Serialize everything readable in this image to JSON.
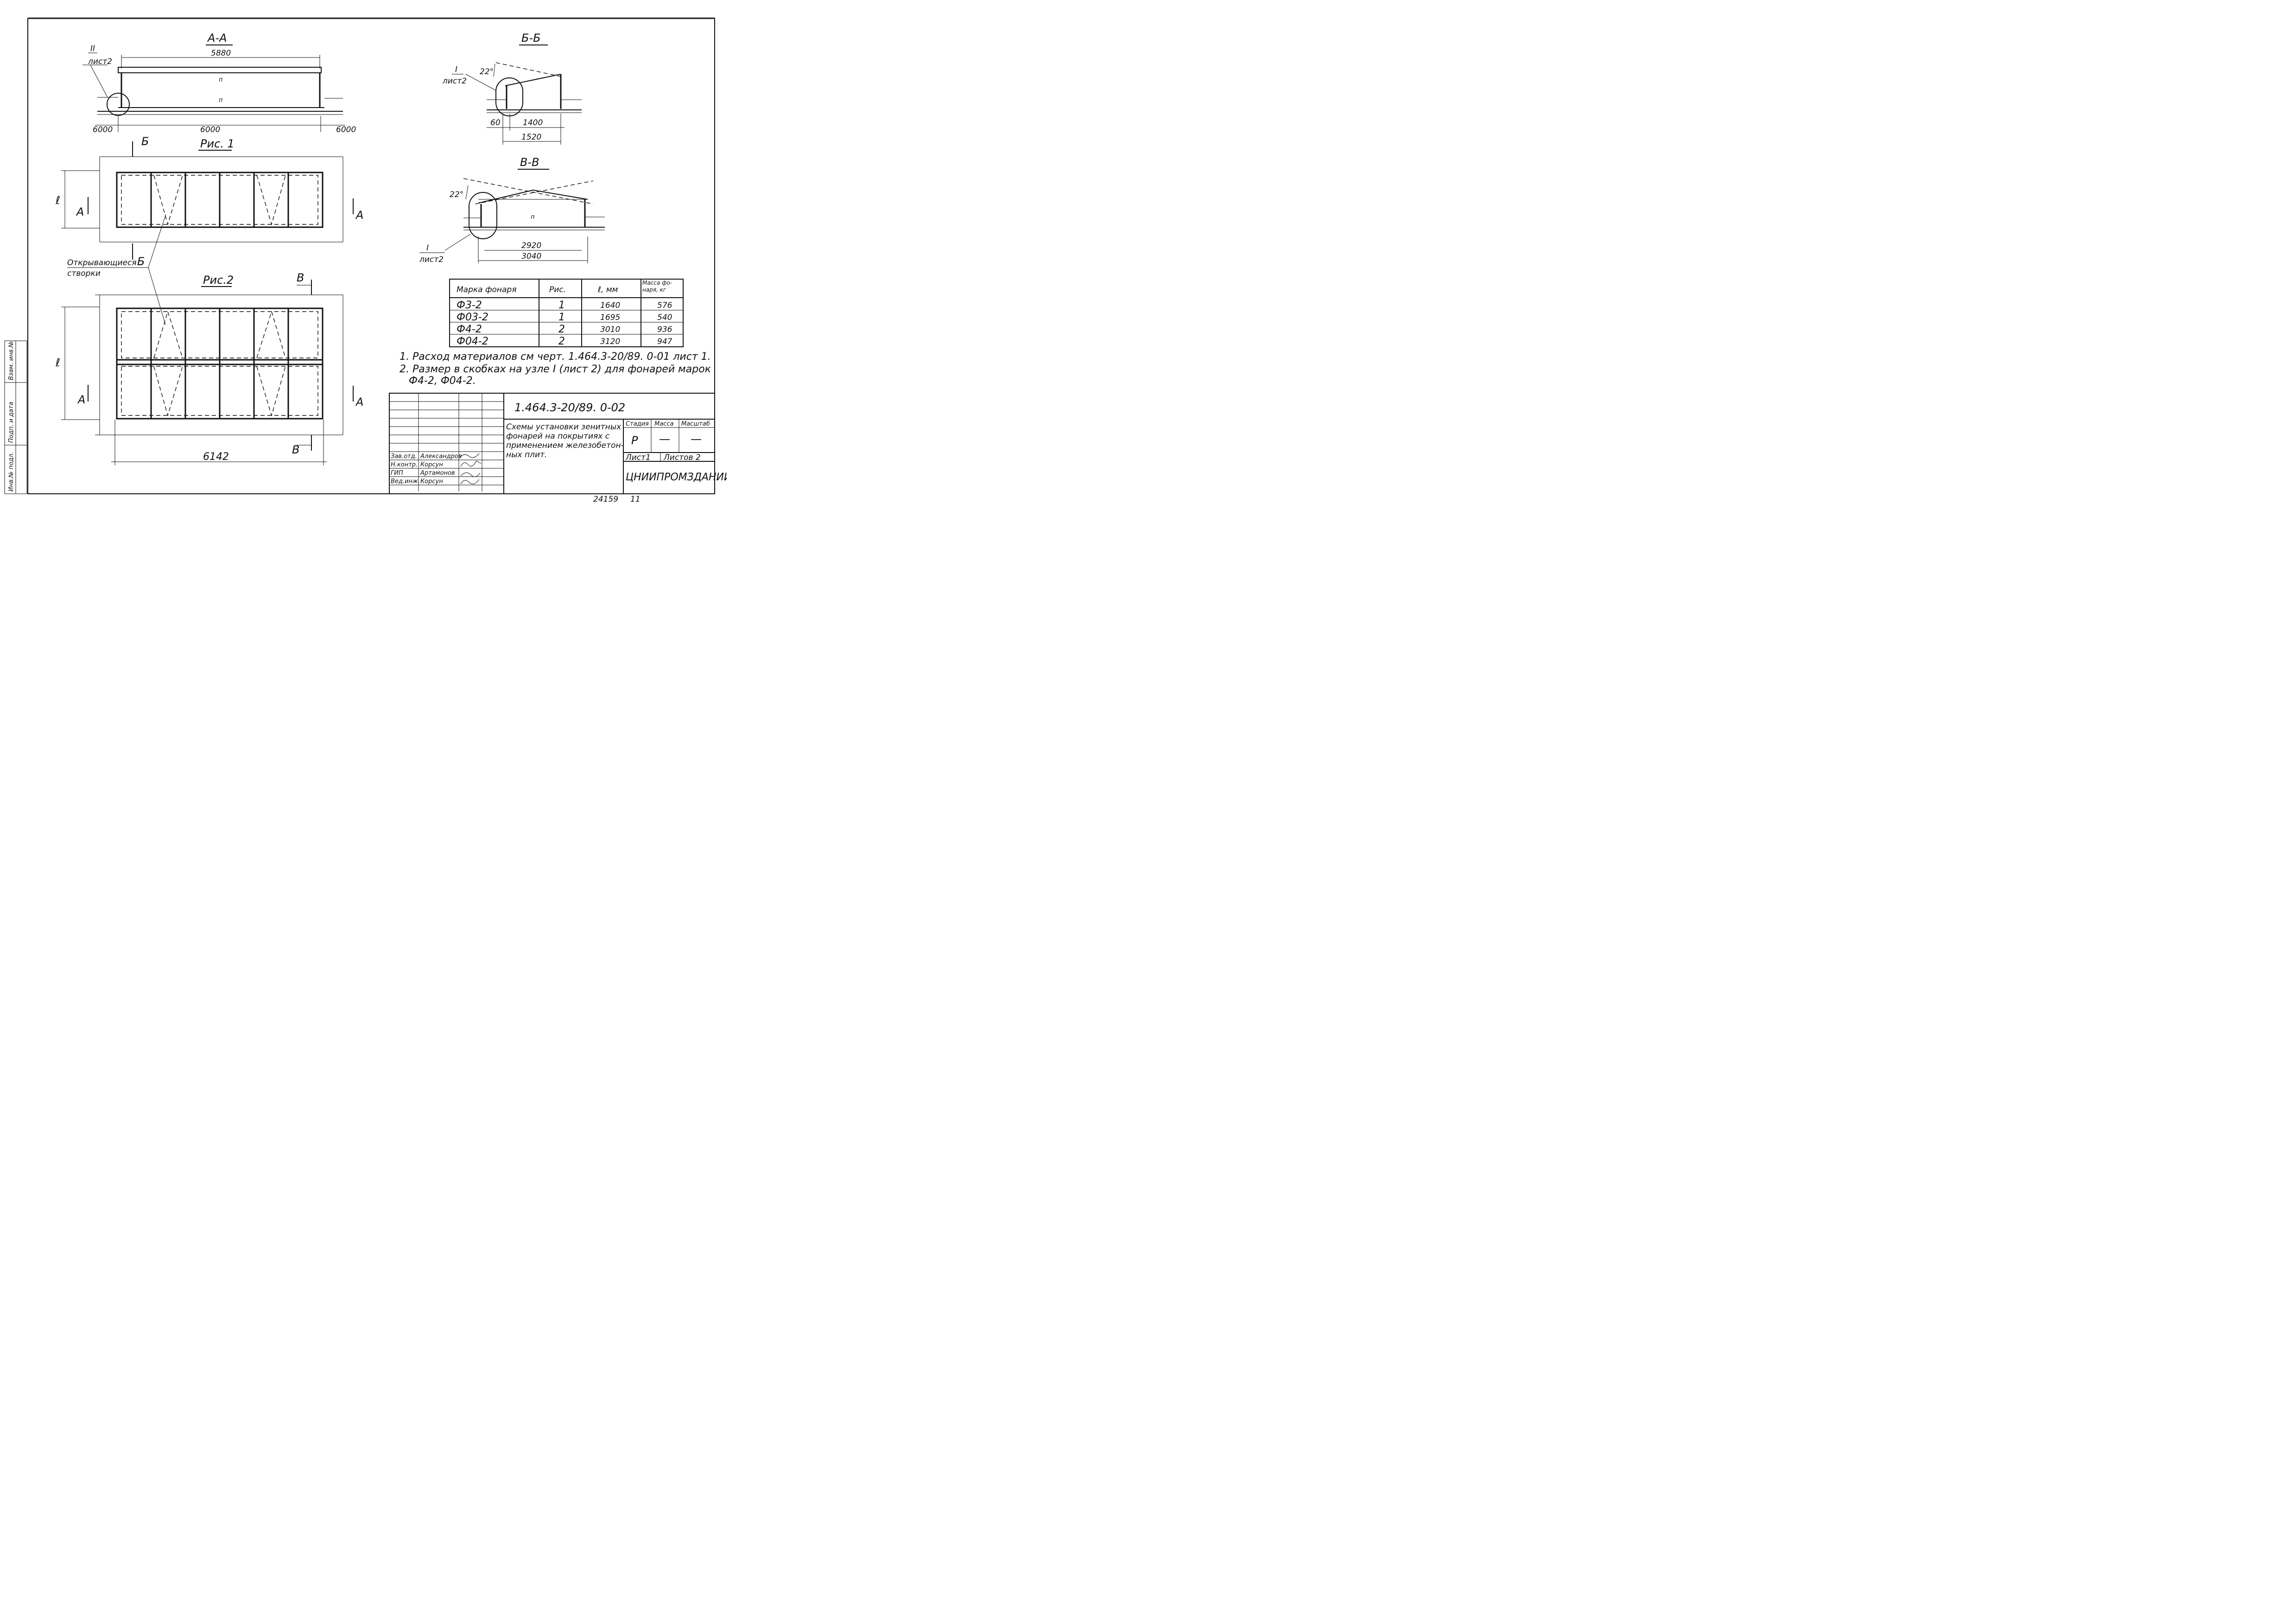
{
  "sections": {
    "aa": {
      "title": "А-А",
      "top_dim": "5880",
      "bottom_left": "6000",
      "bottom_mid": "6000",
      "bottom_right": "6000",
      "callout_num": "II",
      "callout_sheet": "лист2"
    },
    "bb": {
      "title": "Б-Б",
      "angle": "22°",
      "dim_left": "60",
      "dim_mid": "1400",
      "dim_total": "1520",
      "callout_num": "I",
      "callout_sheet": "лист2"
    },
    "vv": {
      "title": "В-В",
      "angle": "22°",
      "dim_inner": "2920",
      "dim_total": "3040",
      "callout_num": "I",
      "callout_sheet": "лист2"
    }
  },
  "figures": {
    "fig1": {
      "title": "Рис. 1",
      "cut_b": "Б",
      "cut_a": "А",
      "dim_l": "ℓ"
    },
    "fig2": {
      "title": "Рис.2",
      "cut_v": "В",
      "cut_a": "А",
      "dim_l": "ℓ",
      "bottom_dim": "6142"
    }
  },
  "label": {
    "line1": "Открывающиеся",
    "line2": "створки"
  },
  "spec_table": {
    "headers": [
      "Марка фонаря",
      "Рис.",
      "ℓ, мм",
      "Масса фо- наря, кг"
    ],
    "rows": [
      [
        "Ф3-2",
        "1",
        "1640",
        "576"
      ],
      [
        "Ф03-2",
        "1",
        "1695",
        "540"
      ],
      [
        "Ф4-2",
        "2",
        "3010",
        "936"
      ],
      [
        "Ф04-2",
        "2",
        "3120",
        "947"
      ]
    ]
  },
  "notes": {
    "n1": "1. Расход материалов см черт. 1.464.3-20/89. 0-01 лист 1.",
    "n2a": "2. Размер в скобках на узле I (лист 2) для фонарей марок",
    "n2b": "Ф4-2, Ф04-2."
  },
  "stamp": {
    "doc_code": "1.464.3-20/89. 0-02",
    "title_lines": [
      "Схемы установки зенитных",
      "фонарей на покрытиях с",
      "применением железобетон-",
      "ных плит."
    ],
    "hdr_stage": "Стадия",
    "hdr_mass": "Масса",
    "hdr_scale": "Масштаб",
    "val_stage": "Р",
    "val_mass": "—",
    "val_scale": "—",
    "sheet": "Лист1",
    "sheets": "Листов 2",
    "org": "ЦНИИПРОМЗДАНИЙ",
    "roles": [
      "Зав.отд.",
      "Н.контр.",
      "ГИП",
      "Вед.инж."
    ],
    "names": [
      "Александров",
      "Корсун",
      "Артамонов",
      "Корсун"
    ]
  },
  "side_stamp": {
    "c1": "Инв.№ подл.",
    "c2": "Подп. и дата",
    "c3": "Взам. инв.№"
  },
  "footer": {
    "number": "24159",
    "page": "11"
  }
}
